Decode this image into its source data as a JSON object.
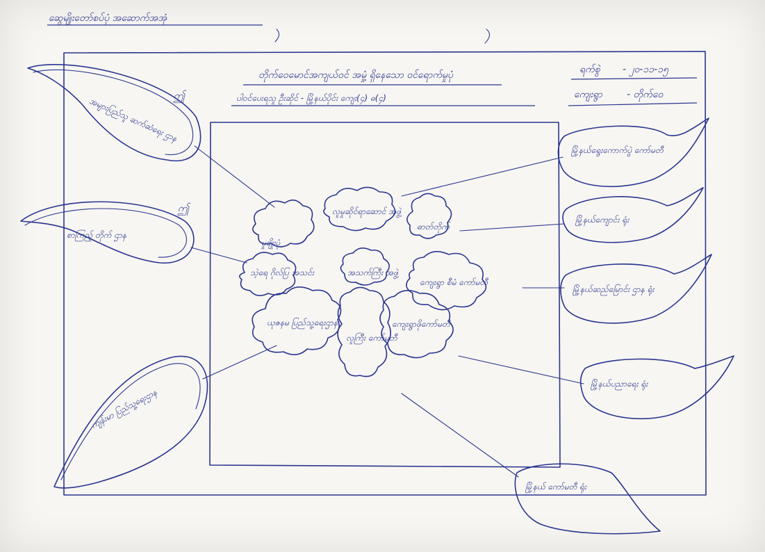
{
  "sheet": {
    "top_heading": "ဆွေမျိုးတော်စပ်ပုံ အဆောက်အအုံ",
    "title_line1": "တိုက်ဝေမောင်အကျယ်ဝင် အမှုံ့ ရှိနေသော ဝင်ရောက်မှုပုံ",
    "title_line2": "ပါဝင်ပေးရသူ ဦးဆိုင် - မြို့နယ်ပိုင်း ကျေး(၄) ဓ(၄)",
    "date_label": "ရက်စွဲ",
    "date_value": "- ၂၀-၁၁-၁၅",
    "village_label": "ကျေးရွာ",
    "village_value": "- တိုက်ဝေ"
  },
  "center_clouds": [
    "မှုချိုးပုံ",
    "လူမှုဆိုင်ရာဆောင် အဖွဲ့",
    "ဓာတ်တိုက်",
    "သဲ့ရေ ဂိုလ်ပြ အသင်း",
    "အသက်ကြီး အဖွဲ့",
    "ကျေးရွာ စီမံ ကော်မတီ",
    "ယုဇနမ ပြည်သူ့ရေးဌာန",
    "လူကြီး ကော်မတီ",
    "ကျေးရွာဖိုကော်မတီ"
  ],
  "left_bubbles": [
    "အများပြည်သူ ဆက်ဆံရေး ဌာန",
    "စာကြည့် တိုက် ဌာန",
    "ကျန်းမာ ပြည်သူ့ရေးဌာန"
  ],
  "right_bubbles": [
    "မြို့နယ်ရွေးကောက်ပွဲ ကော်မတီ",
    "မြို့နယ်ကျောင်း ရုံး",
    "မြို့နယ်ဆည်မြောင်း ဌာန ရုံး",
    "မြို့နယ်ပညာရေး ရုံး",
    "မြို့နယ် ကော်မတီ ရုံး"
  ],
  "marks": {
    "left_top_glyph": "ဤ",
    "left_mid_glyph": "ဤ"
  }
}
